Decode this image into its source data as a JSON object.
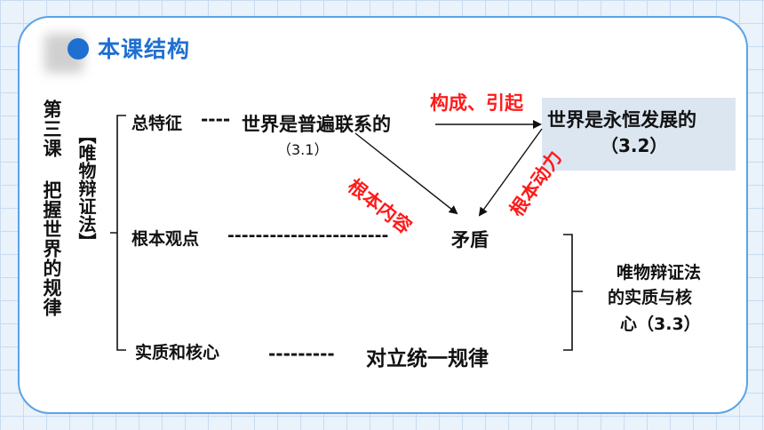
{
  "header": {
    "title": "本课结构"
  },
  "left": {
    "lesson": "第三课 把握世界的规律",
    "topic": "【唯物辩证法】"
  },
  "branches": {
    "feature": {
      "label": "总特征",
      "dashes": "----",
      "content": "世界是普遍联系的",
      "ref": "（3.1）"
    },
    "view": {
      "label": "根本观点",
      "dashes": "-----------------------",
      "content": "矛盾"
    },
    "essence": {
      "label": "实质和核心",
      "dashes": "---------",
      "content": "对立统一规律"
    }
  },
  "development": {
    "content": "世界是永恒发展的",
    "ref": "（3.2）"
  },
  "relations": {
    "top_arrow": "构成、引起",
    "left_arrow": "根本内容",
    "right_arrow": "根本动力"
  },
  "right_note": {
    "line1": "唯物辩证法",
    "line2": "的实质与核",
    "line3": "心（3.3）"
  }
}
